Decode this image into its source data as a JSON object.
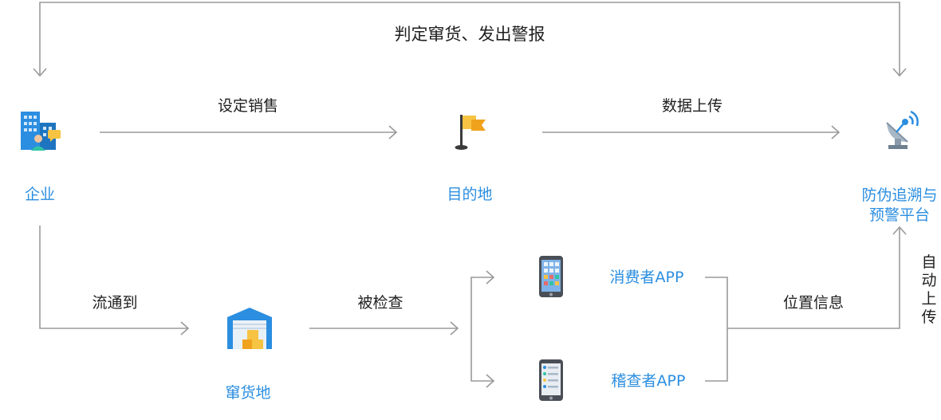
{
  "top_label": "判定窜货、发出警报",
  "nodes": {
    "enterprise": "企业",
    "destination": "目的地",
    "platform_line1": "防伪追溯与",
    "platform_line2": "预警平台",
    "diversion": "窜货地",
    "consumer_app": "消费者APP",
    "inspector_app": "稽查者APP"
  },
  "edges": {
    "set_sales": "设定销售",
    "upload_data": "数据上传",
    "flow_to": "流通到",
    "inspected": "被检查",
    "location_info": "位置信息",
    "auto_upload": [
      "自",
      "动",
      "上",
      "传"
    ]
  },
  "colors": {
    "accent": "#2b8ee0",
    "line": "#9a9a9a",
    "text": "#1f1f1f"
  }
}
